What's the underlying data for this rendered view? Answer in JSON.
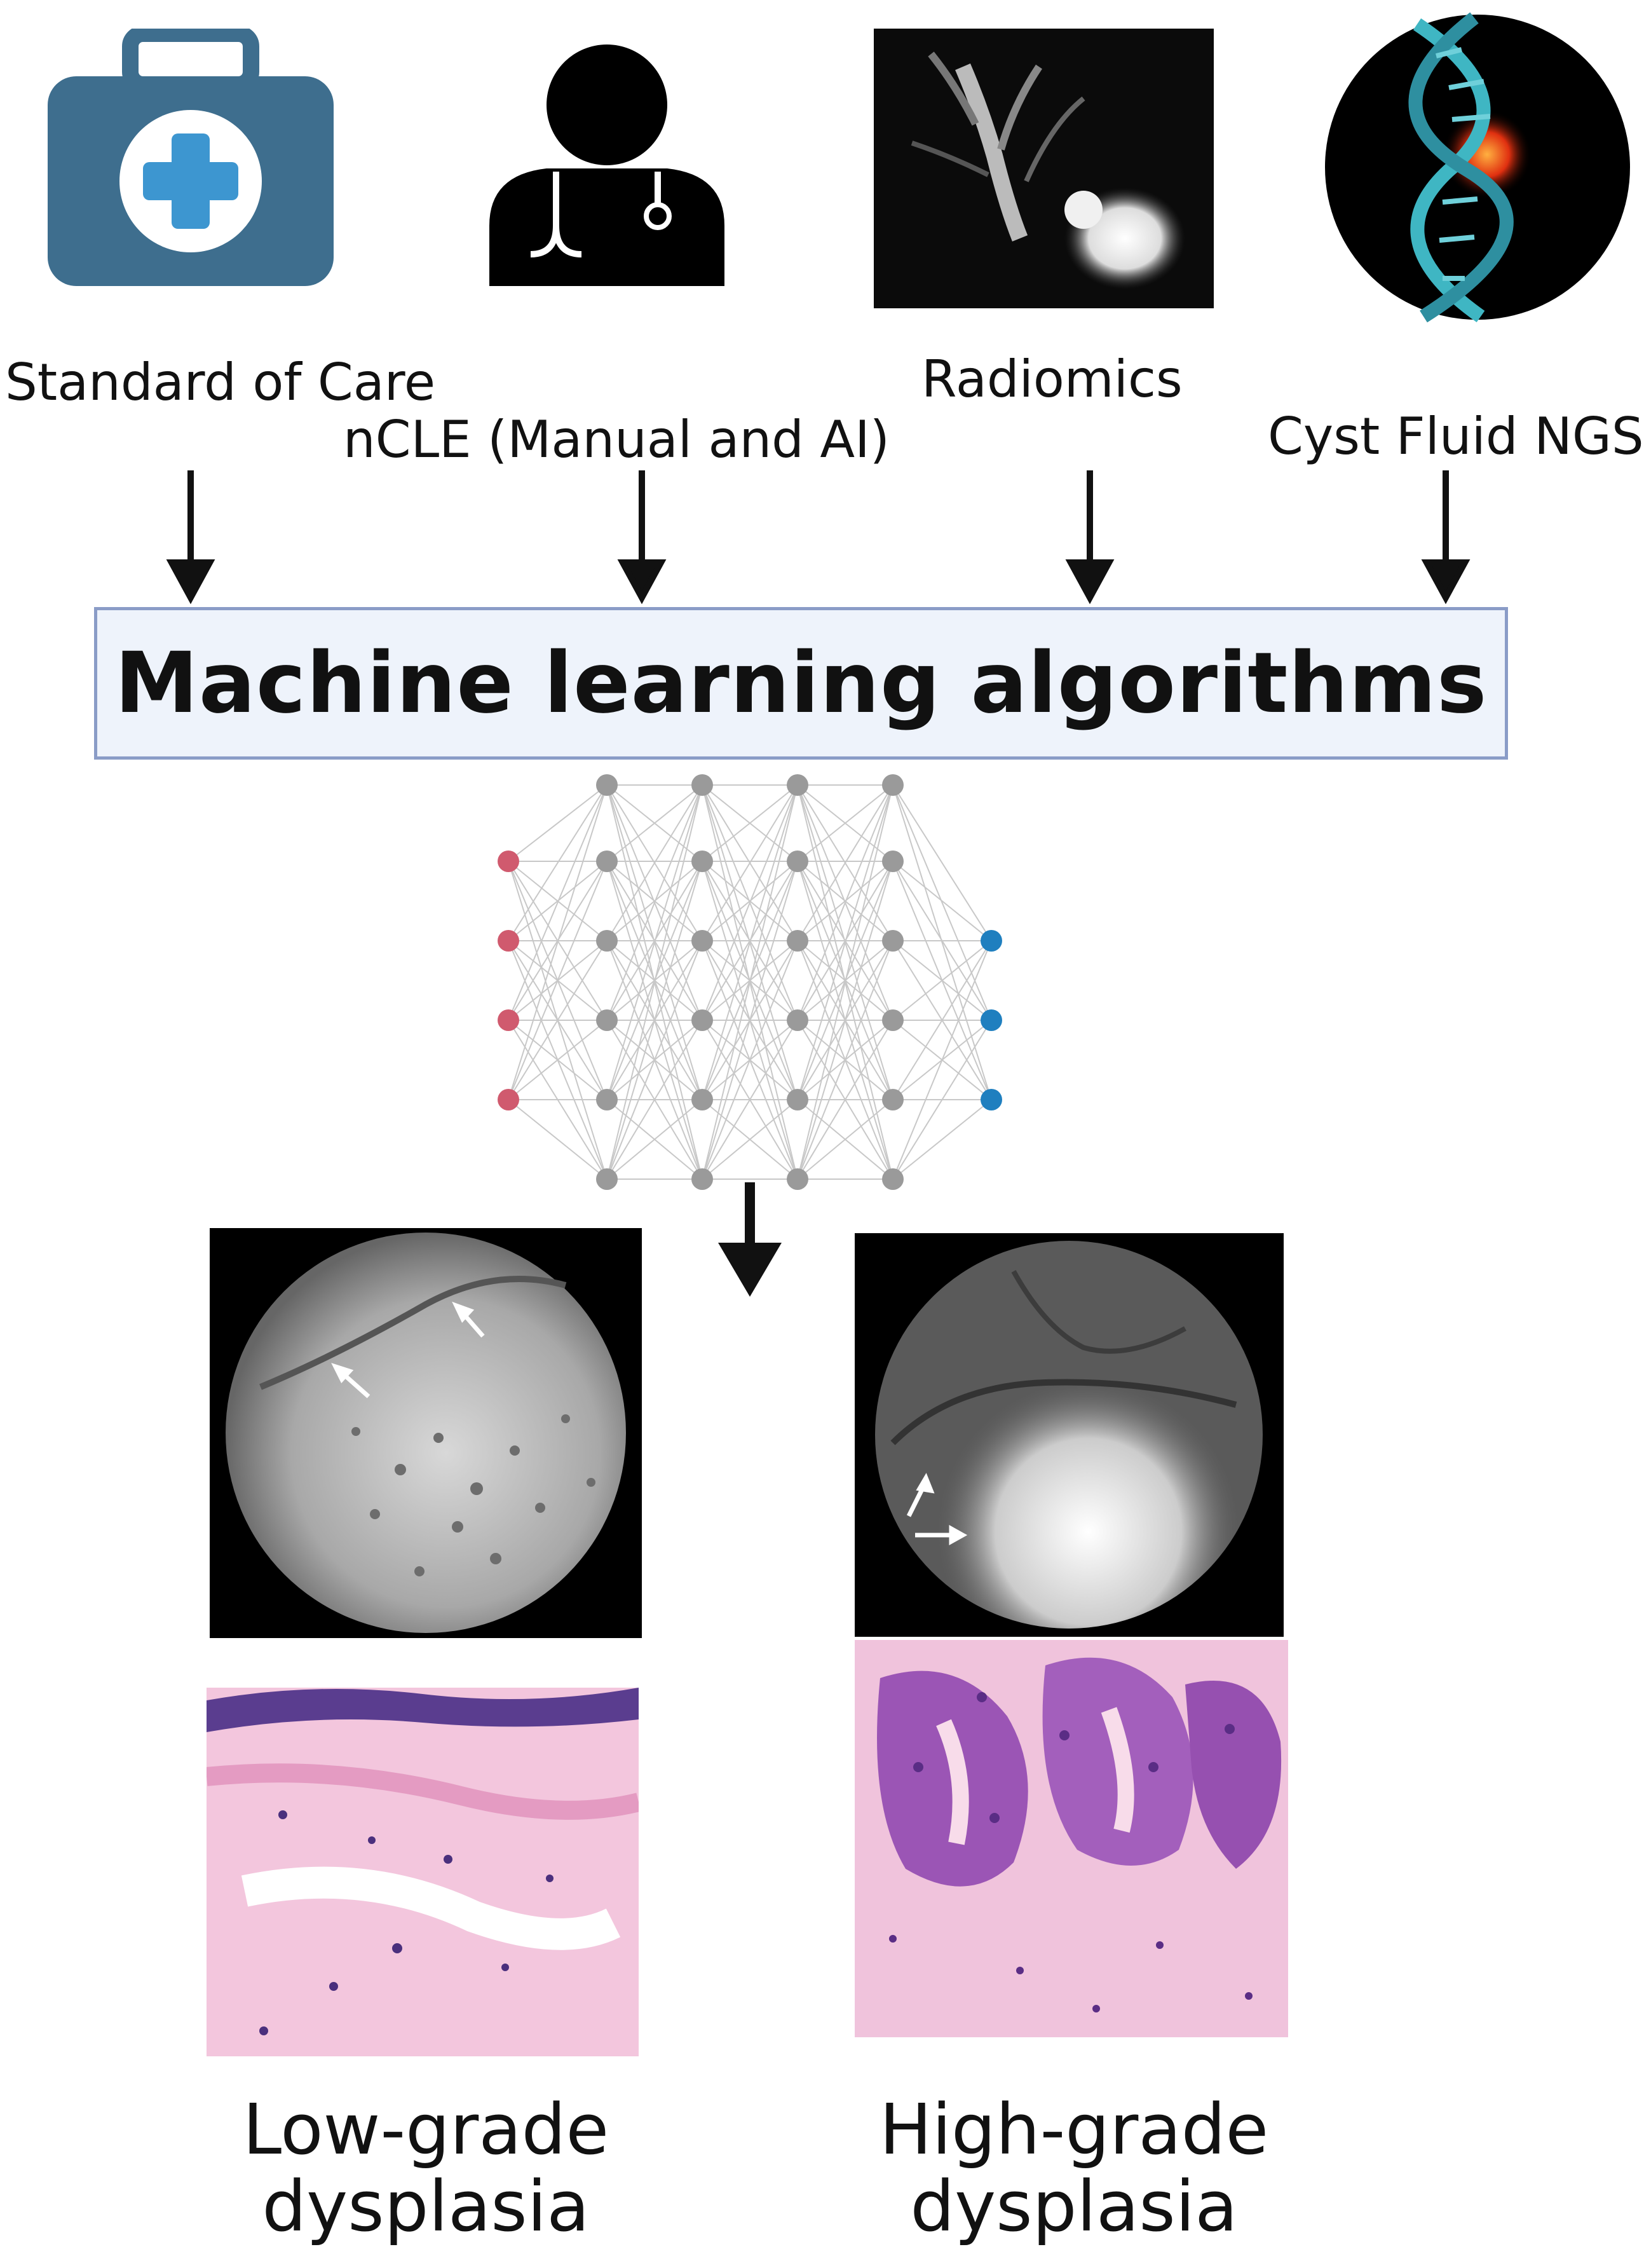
{
  "inputs": [
    {
      "label": "Standard of Care",
      "icon": "medical-kit-icon"
    },
    {
      "label": "nCLE (Manual and AI)",
      "icon": "doctor-icon"
    },
    {
      "label": "Radiomics",
      "icon": "radiology-scan-image"
    },
    {
      "label": "Cyst Fluid NGS",
      "icon": "dna-icon"
    }
  ],
  "center": {
    "title": "Machine learning algorithms"
  },
  "outputs": [
    {
      "caption_line1": "Low-grade",
      "caption_line2": "dysplasia"
    },
    {
      "caption_line1": "High-grade",
      "caption_line2": "dysplasia"
    }
  ],
  "colors": {
    "kit": "#3e6e8e",
    "input_node": "#d05a6e",
    "hidden_node": "#9a9a9a",
    "output_node": "#1f7fbf",
    "box_border": "#8a9cc7",
    "box_fill": "#eef3fb"
  }
}
